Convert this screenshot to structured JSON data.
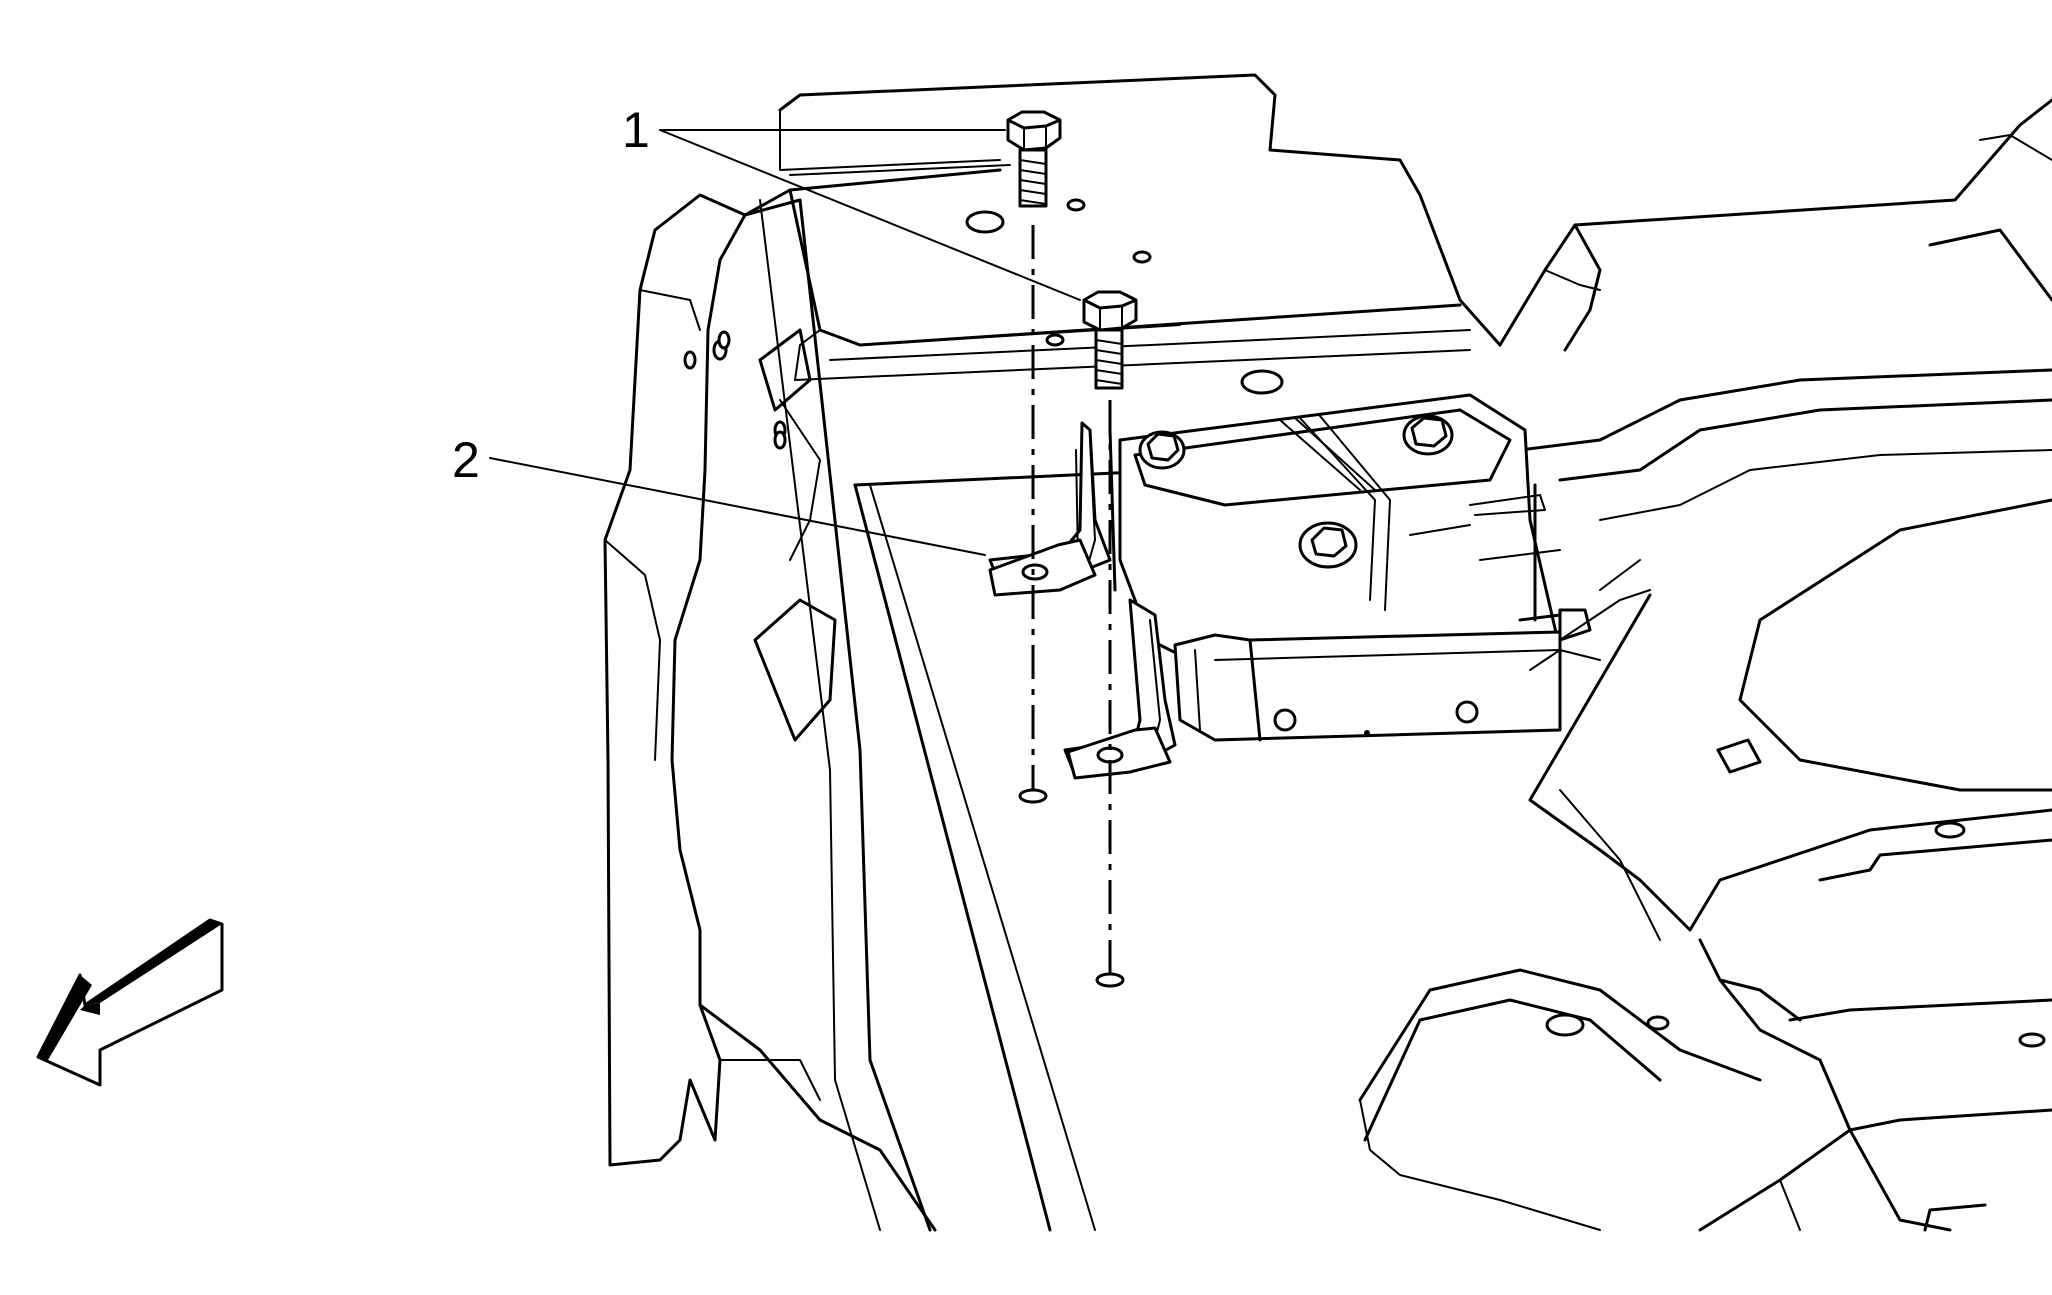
{
  "diagram": {
    "callouts": [
      {
        "id": "callout-1",
        "label": "1"
      },
      {
        "id": "callout-2",
        "label": "2"
      }
    ],
    "icons": {
      "direction_arrow": "vehicle-front-direction-arrow-icon"
    },
    "colors": {
      "line": "#000000",
      "background": "#ffffff"
    }
  }
}
